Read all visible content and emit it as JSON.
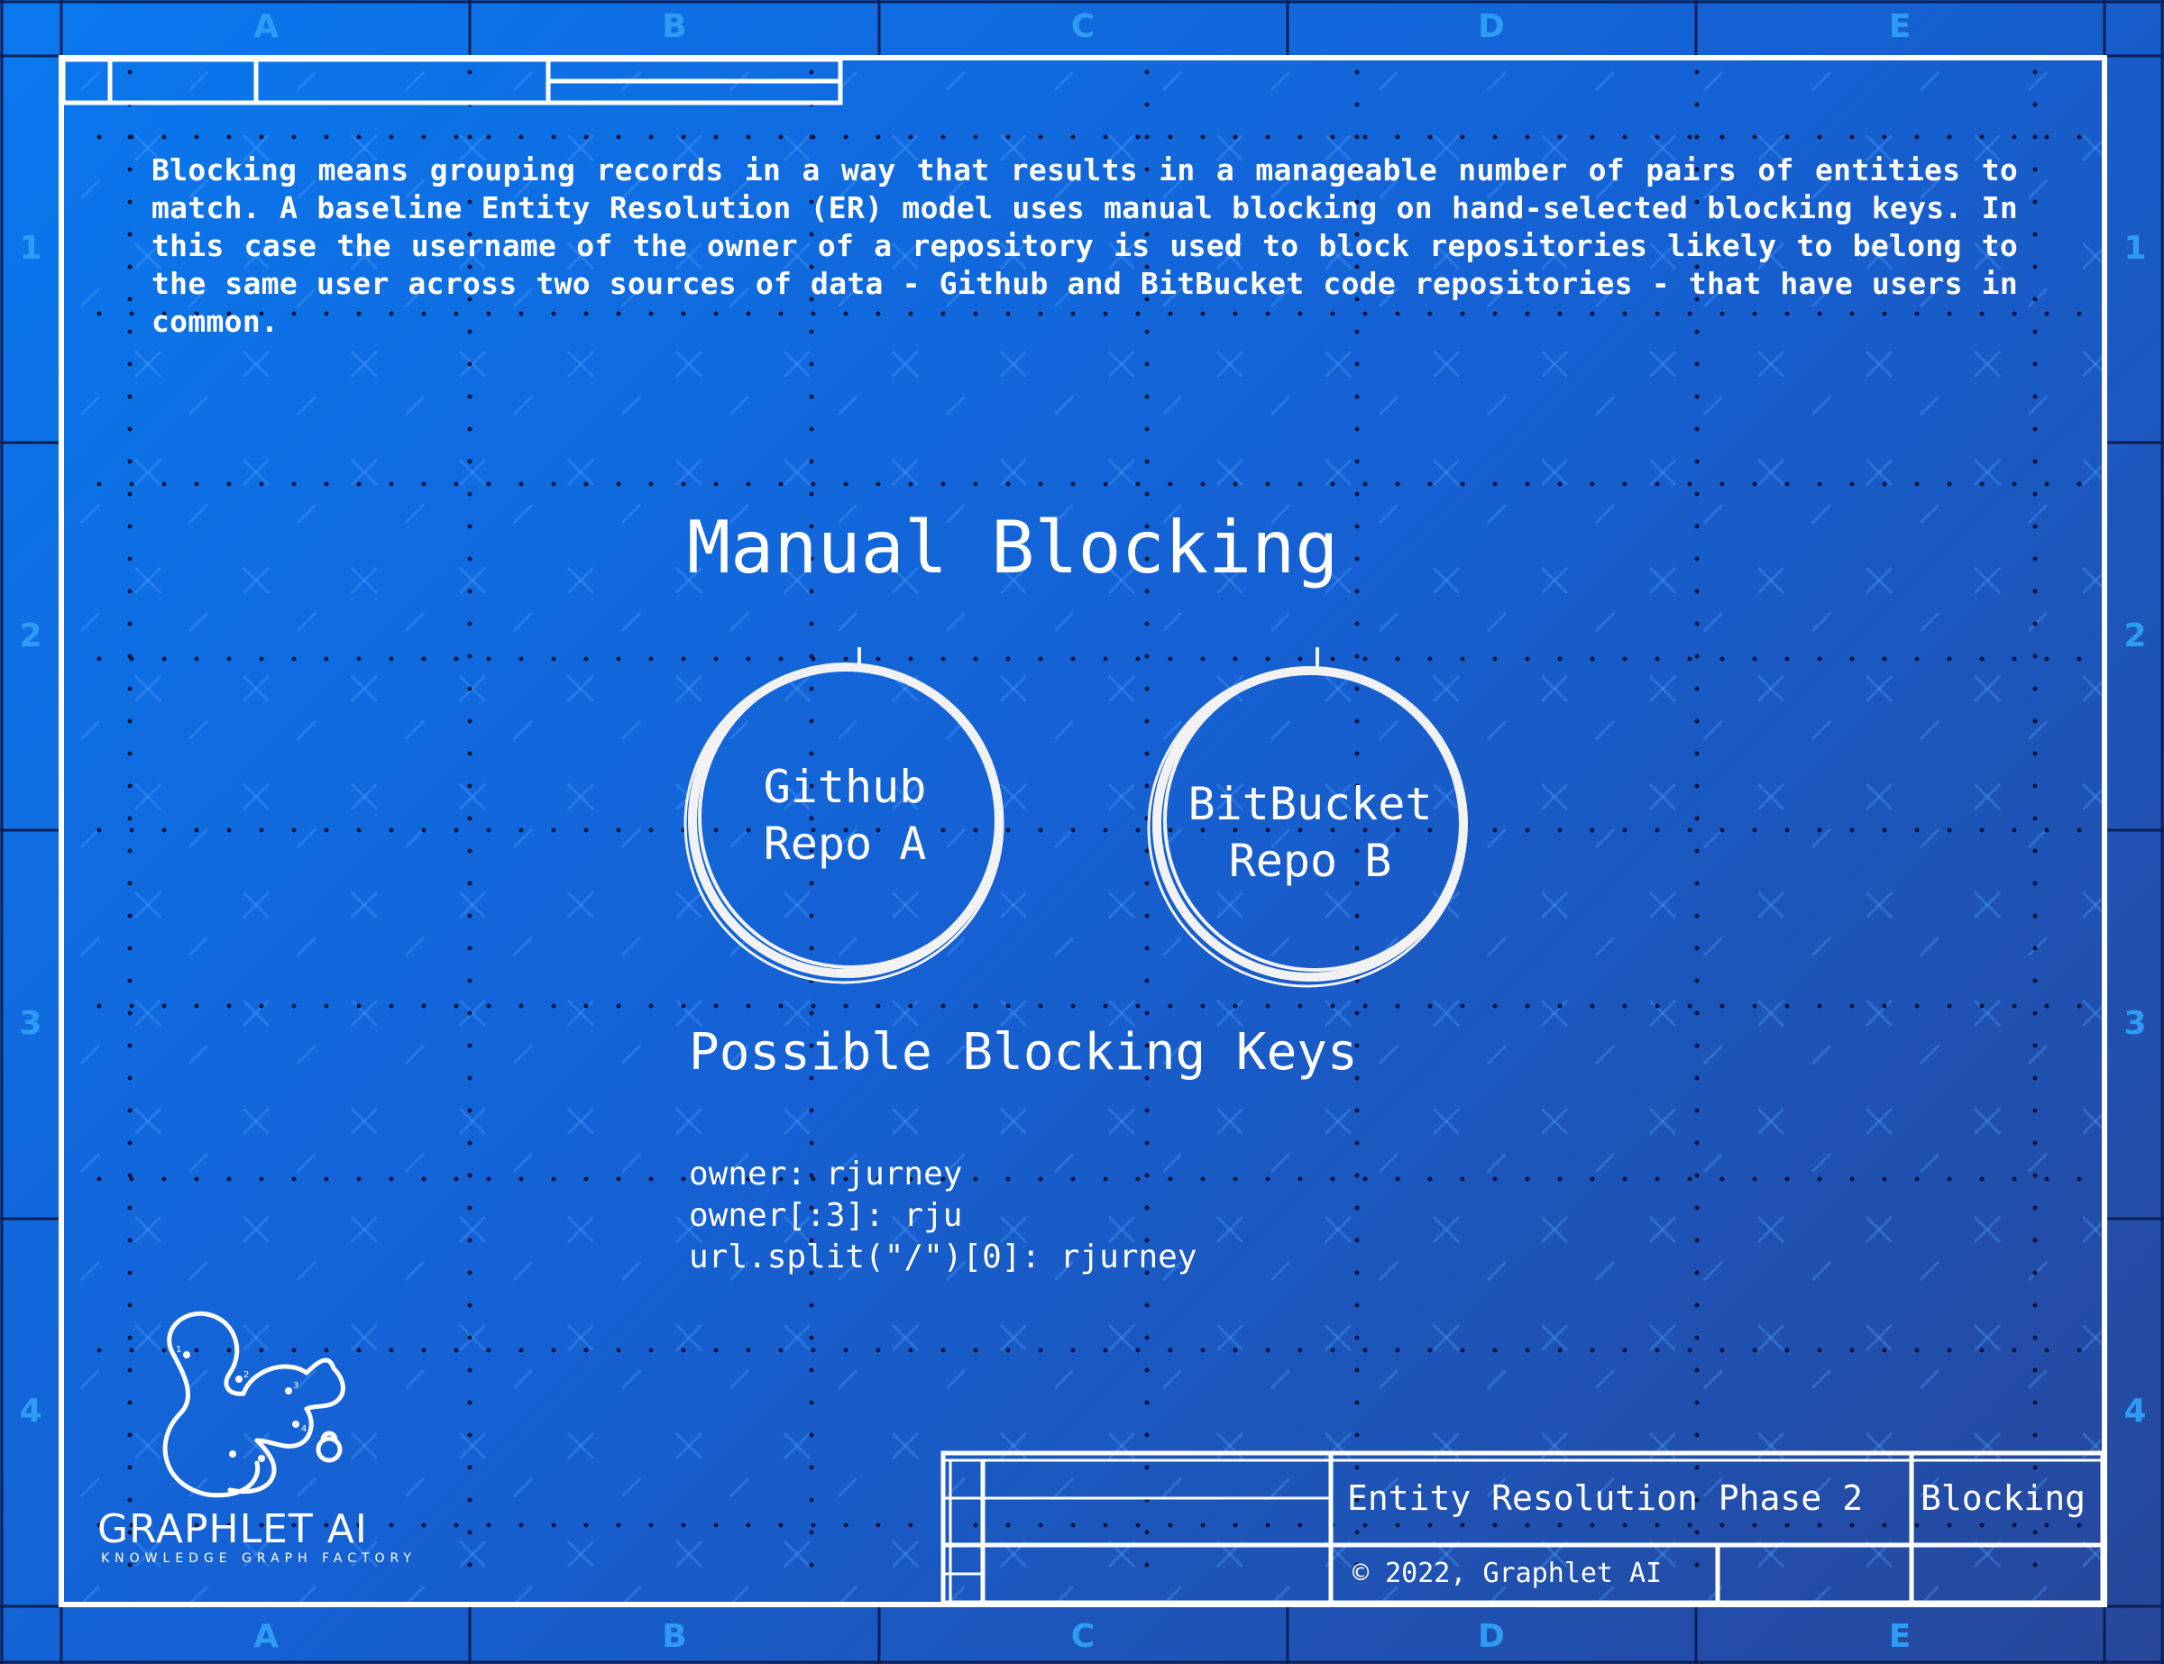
{
  "grid": {
    "columns": [
      "A",
      "B",
      "C",
      "D",
      "E"
    ],
    "rows": [
      "1",
      "2",
      "3",
      "4"
    ]
  },
  "intro_text": "Blocking means grouping records in a way that results in a manageable number of pairs of entities to match. A baseline Entity Resolution (ER) model uses manual blocking on hand-selected blocking keys. In this case the username of the owner of a repository is used to block repositories likely to belong to the same user across two sources of data - Github and BitBucket code repositories - that have users in common.",
  "title": "Manual Blocking",
  "nodes": [
    {
      "line1": "Github",
      "line2": "Repo A"
    },
    {
      "line1": "BitBucket",
      "line2": "Repo B"
    }
  ],
  "keys_heading": "Possible Blocking Keys",
  "keys": [
    "owner: rjurney",
    "owner[:3]: rju",
    "url.split(\"/\")[0]: rjurney"
  ],
  "title_block": {
    "project": "Entity Resolution Phase 2",
    "section": "Blocking",
    "copyright": "© 2022, Graphlet AI"
  },
  "logo": {
    "name": "GRAPHLET AI",
    "tagline": "KNOWLEDGE GRAPH FACTORY",
    "icon": "squirrel-graph-icon"
  },
  "colors": {
    "background_start": "#0a78ee",
    "background_end": "#27479a",
    "line": "#ffffff",
    "grid_label": "#2e9bf5"
  }
}
